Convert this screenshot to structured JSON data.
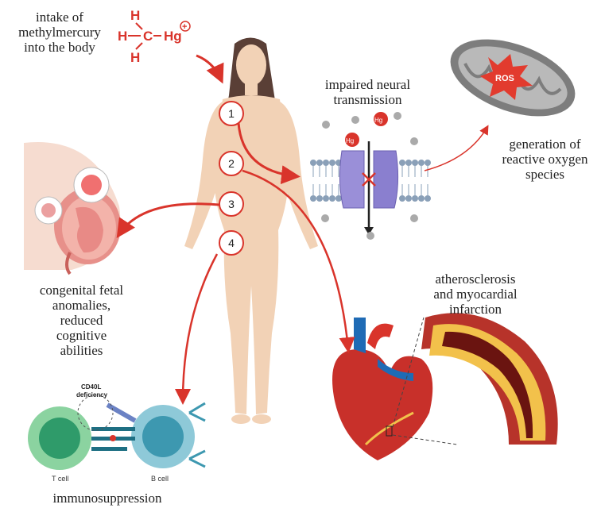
{
  "labels": {
    "intake": "intake of\nmethylmercury\ninto the body",
    "neural": "impaired neural\ntransmission",
    "ros_gen": "generation of\nreactive oxygen\nspecies",
    "fetal": "congenital fetal\nanomalies,\nreduced\ncognitive\nabilities",
    "athero": "atherosclerosis\nand myocardial\ninfarction",
    "immuno": "immunosuppression"
  },
  "molecule": {
    "h_top": "H",
    "h_left": "H",
    "c": "C",
    "h_bottom": "H",
    "hg": "Hg",
    "charge": "+"
  },
  "mito": {
    "ros": "ROS"
  },
  "channel": {
    "hg1": "Hg",
    "hg2": "Hg"
  },
  "cells": {
    "t_cell": "T cell",
    "b_cell": "B cell",
    "cd40l": "CD40L\ndeficiency"
  },
  "badges": [
    "1",
    "2",
    "3",
    "4"
  ],
  "colors": {
    "accent": "#d9342b",
    "skin": "#f2d2b6",
    "hair": "#5a3f36"
  }
}
